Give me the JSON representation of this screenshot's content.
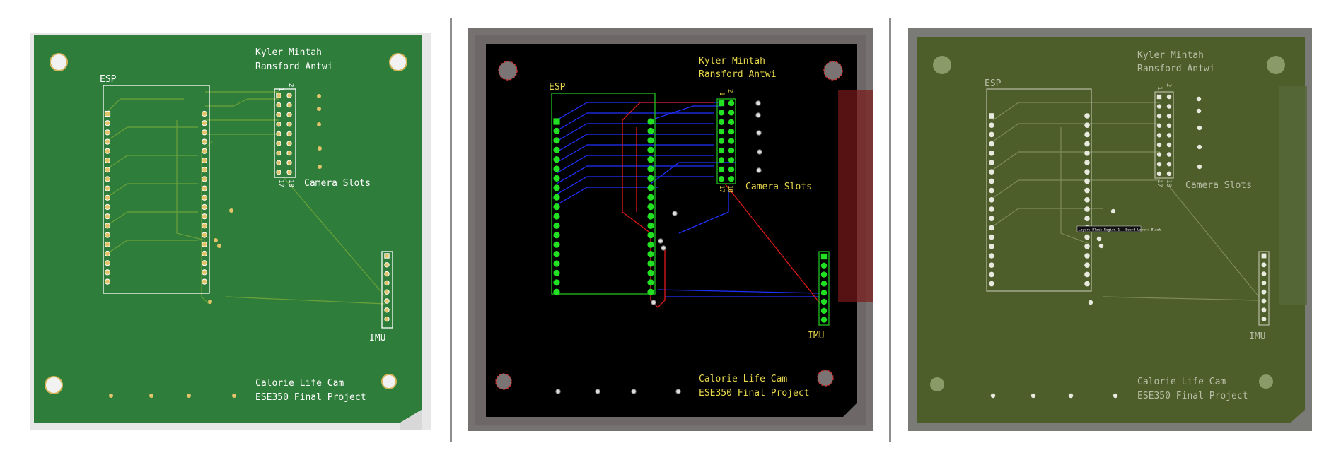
{
  "boards": {
    "labels": {
      "author1": "Kyler Mintah",
      "author2": "Ransford Antwi",
      "esp": "ESP",
      "camera": "Camera Slots",
      "imu": "IMU",
      "project1": "Calorie Life Cam",
      "project2": "ESE350 Final Project",
      "pin_top_left": "1",
      "pin_top_right": "2",
      "pin_bottom_left": "17",
      "pin_bottom_right": "18"
    },
    "tooltip": "Layer: Black Region 1 - Board Layer: Black",
    "colors": {
      "board_green": "#2f7d3a",
      "board_black": "#000000",
      "board_olive": "#4e5e2a",
      "silk_white": "#ffffff",
      "silk_yellow": "#e8d84a",
      "pad_gold": "#e3c46a",
      "pad_green": "#22e022",
      "trace_blue": "#2030ff",
      "trace_red": "#e01818",
      "bezel_gray": "#777272",
      "divider": "#8e8e8e"
    }
  }
}
